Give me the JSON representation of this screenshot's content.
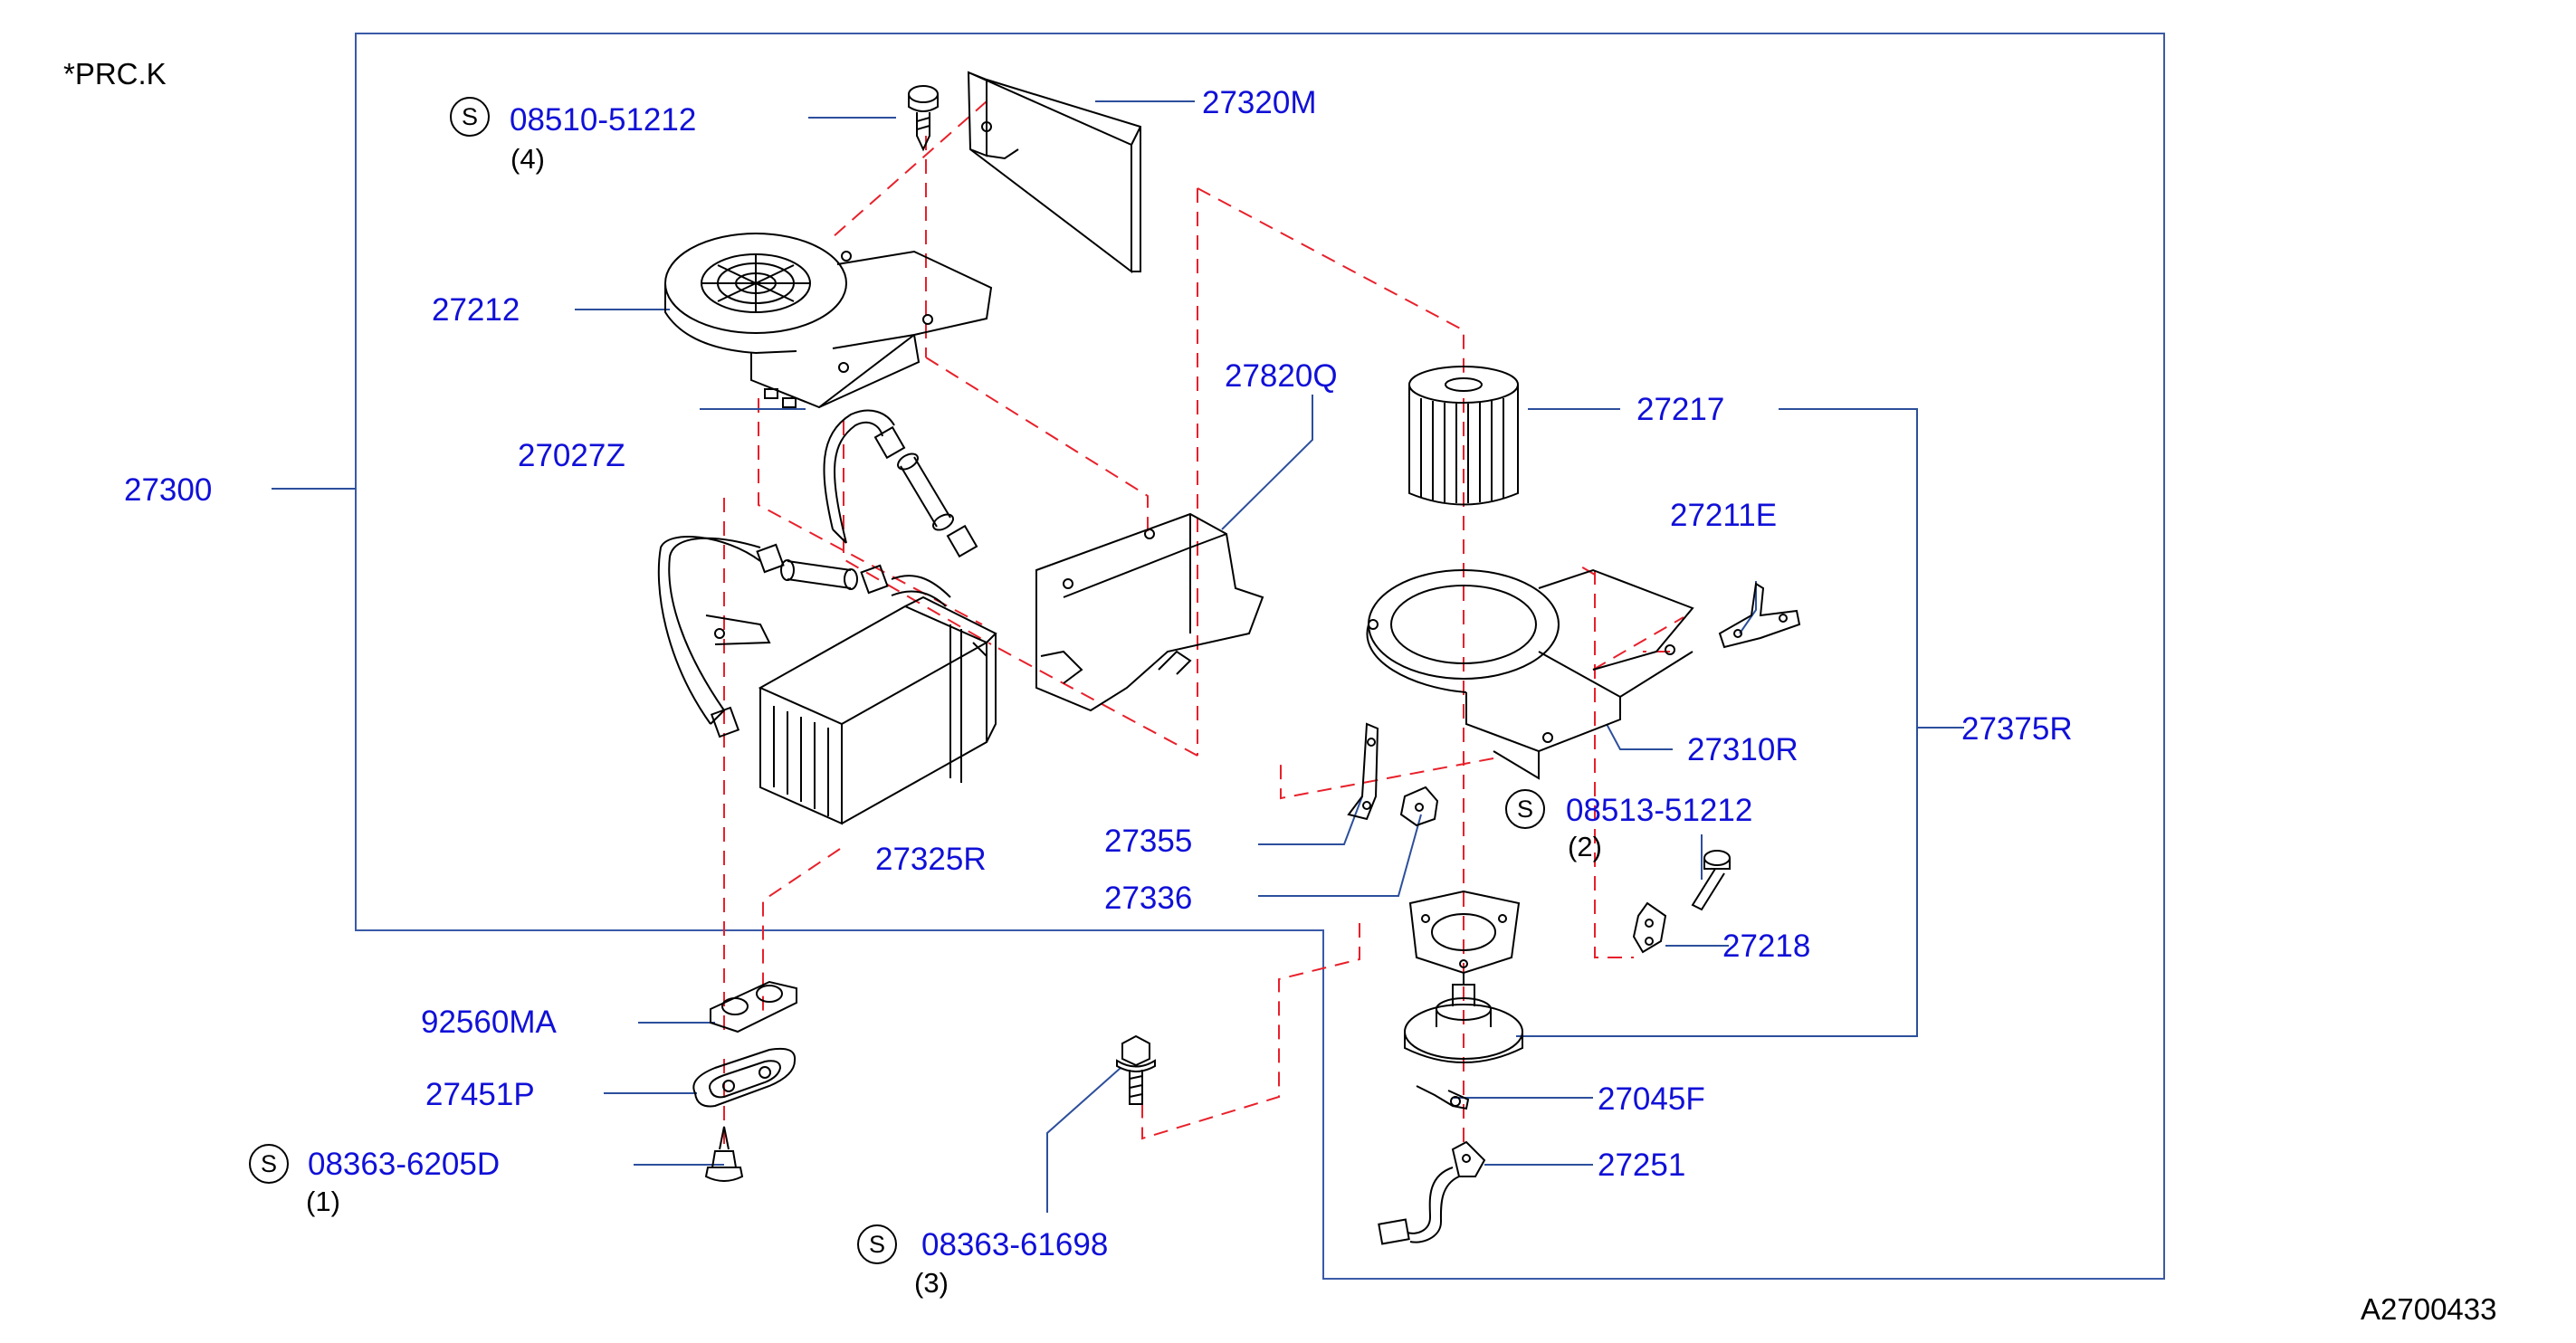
{
  "header": {
    "note": "*PRC.K"
  },
  "footer": {
    "code": "A2700433"
  },
  "standard_parts_symbol": "S",
  "parts": {
    "p27320M": "27320M",
    "p27212": "27212",
    "p27820Q": "27820Q",
    "p27027Z": "27027Z",
    "p27300": "27300",
    "p27217": "27217",
    "p27211E": "27211E",
    "p27375R": "27375R",
    "p27310R": "27310R",
    "p27325R": "27325R",
    "p27355": "27355",
    "p27336": "27336",
    "p27218": "27218",
    "p92560MA": "92560MA",
    "p27451P": "27451P",
    "p27045F": "27045F",
    "p27251": "27251"
  },
  "screws": {
    "s08510": {
      "code": "08510-51212",
      "qty": "(4)"
    },
    "s08513": {
      "code": "08513-51212",
      "qty": "(2)"
    },
    "s083636205": {
      "code": "08363-6205D",
      "qty": "(1)"
    },
    "s0836361698": {
      "code": "08363-61698",
      "qty": "(3)"
    }
  },
  "colors": {
    "label": "#1010d8",
    "frame": "#3a5aa8",
    "leader": "#2c4f9c",
    "dashed": "#e8202a",
    "line_art": "#000000"
  }
}
